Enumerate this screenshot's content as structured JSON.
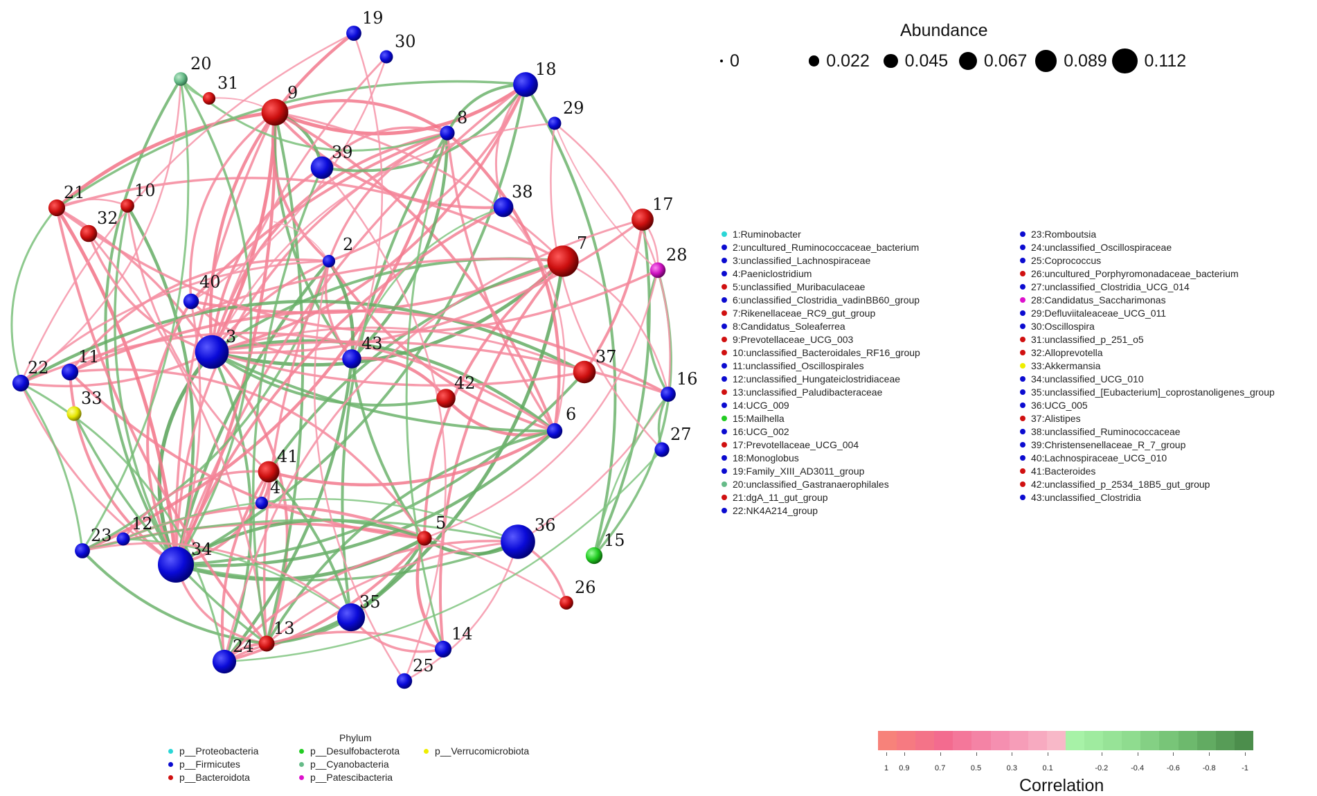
{
  "abundance_legend": {
    "title": "Abundance",
    "items": [
      {
        "label": "0",
        "value": 0
      },
      {
        "label": "0.022",
        "value": 0.022
      },
      {
        "label": "0.045",
        "value": 0.045
      },
      {
        "label": "0.067",
        "value": 0.067
      },
      {
        "label": "0.089",
        "value": 0.089
      },
      {
        "label": "0.112",
        "value": 0.112
      }
    ]
  },
  "phylum_legend": {
    "title": "Phylum",
    "items": [
      {
        "label": "p__Proteobacteria",
        "color": "#2ad6d6"
      },
      {
        "label": "p__Firmicutes",
        "color": "#0b0bd0"
      },
      {
        "label": "p__Bacteroidota",
        "color": "#d01010"
      },
      {
        "label": "p__Desulfobacterota",
        "color": "#22cc22"
      },
      {
        "label": "p__Cyanobacteria",
        "color": "#66bb88"
      },
      {
        "label": "p__Patescibacteria",
        "color": "#dd11cc"
      },
      {
        "label": "p__Verrucomicrobiota",
        "color": "#eeee00"
      }
    ]
  },
  "taxa_legend": [
    {
      "label": "1:Ruminobacter",
      "phylum": "p__Proteobacteria"
    },
    {
      "label": "2:uncultured_Ruminococcaceae_bacterium",
      "phylum": "p__Firmicutes"
    },
    {
      "label": "3:unclassified_Lachnospiraceae",
      "phylum": "p__Firmicutes"
    },
    {
      "label": "4:Paeniclostridium",
      "phylum": "p__Firmicutes"
    },
    {
      "label": "5:unclassified_Muribaculaceae",
      "phylum": "p__Bacteroidota"
    },
    {
      "label": "6:unclassified_Clostridia_vadinBB60_group",
      "phylum": "p__Firmicutes"
    },
    {
      "label": "7:Rikenellaceae_RC9_gut_group",
      "phylum": "p__Bacteroidota"
    },
    {
      "label": "8:Candidatus_Soleaferrea",
      "phylum": "p__Firmicutes"
    },
    {
      "label": "9:Prevotellaceae_UCG_003",
      "phylum": "p__Bacteroidota"
    },
    {
      "label": "10:unclassified_Bacteroidales_RF16_group",
      "phylum": "p__Bacteroidota"
    },
    {
      "label": "11:unclassified_Oscillospirales",
      "phylum": "p__Firmicutes"
    },
    {
      "label": "12:unclassified_Hungateiclostridiaceae",
      "phylum": "p__Firmicutes"
    },
    {
      "label": "13:unclassified_Paludibacteraceae",
      "phylum": "p__Bacteroidota"
    },
    {
      "label": "14:UCG_009",
      "phylum": "p__Firmicutes"
    },
    {
      "label": "15:Mailhella",
      "phylum": "p__Desulfobacterota"
    },
    {
      "label": "16:UCG_002",
      "phylum": "p__Firmicutes"
    },
    {
      "label": "17:Prevotellaceae_UCG_004",
      "phylum": "p__Bacteroidota"
    },
    {
      "label": "18:Monoglobus",
      "phylum": "p__Firmicutes"
    },
    {
      "label": "19:Family_XIII_AD3011_group",
      "phylum": "p__Firmicutes"
    },
    {
      "label": "20:unclassified_Gastranaerophilales",
      "phylum": "p__Cyanobacteria"
    },
    {
      "label": "21:dgA_11_gut_group",
      "phylum": "p__Bacteroidota"
    },
    {
      "label": "22:NK4A214_group",
      "phylum": "p__Firmicutes"
    },
    {
      "label": "23:Romboutsia",
      "phylum": "p__Firmicutes"
    },
    {
      "label": "24:unclassified_Oscillospiraceae",
      "phylum": "p__Firmicutes"
    },
    {
      "label": "25:Coprococcus",
      "phylum": "p__Firmicutes"
    },
    {
      "label": "26:uncultured_Porphyromonadaceae_bacterium",
      "phylum": "p__Bacteroidota"
    },
    {
      "label": "27:unclassified_Clostridia_UCG_014",
      "phylum": "p__Firmicutes"
    },
    {
      "label": "28:Candidatus_Saccharimonas",
      "phylum": "p__Patescibacteria"
    },
    {
      "label": "29:Defluviitaleaceae_UCG_011",
      "phylum": "p__Firmicutes"
    },
    {
      "label": "30:Oscillospira",
      "phylum": "p__Firmicutes"
    },
    {
      "label": "31:unclassified_p_251_o5",
      "phylum": "p__Bacteroidota"
    },
    {
      "label": "32:Alloprevotella",
      "phylum": "p__Bacteroidota"
    },
    {
      "label": "33:Akkermansia",
      "phylum": "p__Verrucomicrobiota"
    },
    {
      "label": "34:unclassified_UCG_010",
      "phylum": "p__Firmicutes"
    },
    {
      "label": "35:unclassified_[Eubacterium]_coprostanoligenes_group",
      "phylum": "p__Firmicutes"
    },
    {
      "label": "36:UCG_005",
      "phylum": "p__Firmicutes"
    },
    {
      "label": "37:Alistipes",
      "phylum": "p__Bacteroidota"
    },
    {
      "label": "38:unclassified_Ruminococcaceae",
      "phylum": "p__Firmicutes"
    },
    {
      "label": "39:Christensenellaceae_R_7_group",
      "phylum": "p__Firmicutes"
    },
    {
      "label": "40:Lachnospiraceae_UCG_010",
      "phylum": "p__Firmicutes"
    },
    {
      "label": "41:Bacteroides",
      "phylum": "p__Bacteroidota"
    },
    {
      "label": "42:unclassified_p_2534_18B5_gut_group",
      "phylum": "p__Bacteroidota"
    },
    {
      "label": "43:unclassified_Clostridia",
      "phylum": "p__Firmicutes"
    }
  ],
  "nodes": [
    {
      "id": "2",
      "phylum": "p__Firmicutes",
      "abundance": 0.006
    },
    {
      "id": "3",
      "phylum": "p__Firmicutes",
      "abundance": 0.095
    },
    {
      "id": "4",
      "phylum": "p__Firmicutes",
      "abundance": 0.006
    },
    {
      "id": "5",
      "phylum": "p__Bacteroidota",
      "abundance": 0.01
    },
    {
      "id": "6",
      "phylum": "p__Firmicutes",
      "abundance": 0.012
    },
    {
      "id": "7",
      "phylum": "p__Bacteroidota",
      "abundance": 0.08
    },
    {
      "id": "8",
      "phylum": "p__Firmicutes",
      "abundance": 0.01
    },
    {
      "id": "9",
      "phylum": "p__Bacteroidota",
      "abundance": 0.055
    },
    {
      "id": "10",
      "phylum": "p__Bacteroidota",
      "abundance": 0.008
    },
    {
      "id": "11",
      "phylum": "p__Firmicutes",
      "abundance": 0.015
    },
    {
      "id": "12",
      "phylum": "p__Firmicutes",
      "abundance": 0.007
    },
    {
      "id": "13",
      "phylum": "p__Bacteroidota",
      "abundance": 0.013
    },
    {
      "id": "14",
      "phylum": "p__Firmicutes",
      "abundance": 0.015
    },
    {
      "id": "15",
      "phylum": "p__Desulfobacterota",
      "abundance": 0.015
    },
    {
      "id": "16",
      "phylum": "p__Firmicutes",
      "abundance": 0.011
    },
    {
      "id": "17",
      "phylum": "p__Bacteroidota",
      "abundance": 0.033
    },
    {
      "id": "18",
      "phylum": "p__Firmicutes",
      "abundance": 0.045
    },
    {
      "id": "19",
      "phylum": "p__Firmicutes",
      "abundance": 0.011
    },
    {
      "id": "20",
      "phylum": "p__Cyanobacteria",
      "abundance": 0.008
    },
    {
      "id": "21",
      "phylum": "p__Bacteroidota",
      "abundance": 0.015
    },
    {
      "id": "22",
      "phylum": "p__Firmicutes",
      "abundance": 0.015
    },
    {
      "id": "23",
      "phylum": "p__Firmicutes",
      "abundance": 0.011
    },
    {
      "id": "24",
      "phylum": "p__Firmicutes",
      "abundance": 0.04
    },
    {
      "id": "25",
      "phylum": "p__Firmicutes",
      "abundance": 0.012
    },
    {
      "id": "26",
      "phylum": "p__Bacteroidota",
      "abundance": 0.008
    },
    {
      "id": "27",
      "phylum": "p__Firmicutes",
      "abundance": 0.01
    },
    {
      "id": "28",
      "phylum": "p__Patescibacteria",
      "abundance": 0.012
    },
    {
      "id": "29",
      "phylum": "p__Firmicutes",
      "abundance": 0.007
    },
    {
      "id": "30",
      "phylum": "p__Firmicutes",
      "abundance": 0.007
    },
    {
      "id": "31",
      "phylum": "p__Bacteroidota",
      "abundance": 0.006
    },
    {
      "id": "32",
      "phylum": "p__Bacteroidota",
      "abundance": 0.016
    },
    {
      "id": "33",
      "phylum": "p__Verrucomicrobiota",
      "abundance": 0.01
    },
    {
      "id": "34",
      "phylum": "p__Firmicutes",
      "abundance": 0.112
    },
    {
      "id": "35",
      "phylum": "p__Firmicutes",
      "abundance": 0.06
    },
    {
      "id": "36",
      "phylum": "p__Firmicutes",
      "abundance": 0.1
    },
    {
      "id": "37",
      "phylum": "p__Bacteroidota",
      "abundance": 0.035
    },
    {
      "id": "38",
      "phylum": "p__Firmicutes",
      "abundance": 0.025
    },
    {
      "id": "39",
      "phylum": "p__Firmicutes",
      "abundance": 0.035
    },
    {
      "id": "40",
      "phylum": "p__Firmicutes",
      "abundance": 0.012
    },
    {
      "id": "41",
      "phylum": "p__Bacteroidota",
      "abundance": 0.03
    },
    {
      "id": "42",
      "phylum": "p__Bacteroidota",
      "abundance": 0.022
    },
    {
      "id": "43",
      "phylum": "p__Firmicutes",
      "abundance": 0.022
    }
  ],
  "edges": [
    [
      "3",
      "9",
      0.8
    ],
    [
      "3",
      "19",
      0.7
    ],
    [
      "3",
      "8",
      0.6
    ],
    [
      "3",
      "18",
      0.6
    ],
    [
      "3",
      "2",
      0.5
    ],
    [
      "3",
      "7",
      -0.8
    ],
    [
      "3",
      "6",
      -0.7
    ],
    [
      "3",
      "37",
      0.4
    ],
    [
      "3",
      "22",
      0.5
    ],
    [
      "3",
      "34",
      -0.9
    ],
    [
      "3",
      "24",
      -0.6
    ],
    [
      "3",
      "13",
      0.6
    ],
    [
      "3",
      "21",
      0.5
    ],
    [
      "3",
      "39",
      0.6
    ],
    [
      "34",
      "9",
      0.7
    ],
    [
      "34",
      "5",
      -0.8
    ],
    [
      "34",
      "21",
      0.8
    ],
    [
      "34",
      "10",
      -0.7
    ],
    [
      "34",
      "2",
      -0.7
    ],
    [
      "34",
      "36",
      -0.5
    ],
    [
      "34",
      "11",
      0.6
    ],
    [
      "34",
      "22",
      0.4
    ],
    [
      "34",
      "41",
      0.6
    ],
    [
      "34",
      "40",
      0.6
    ],
    [
      "34",
      "18",
      -0.6
    ],
    [
      "34",
      "8",
      0.5
    ],
    [
      "34",
      "20",
      -0.6
    ],
    [
      "9",
      "8",
      0.7
    ],
    [
      "9",
      "18",
      0.8
    ],
    [
      "9",
      "38",
      0.6
    ],
    [
      "9",
      "39",
      -0.7
    ],
    [
      "9",
      "21",
      0.8
    ],
    [
      "9",
      "43",
      -0.6
    ],
    [
      "9",
      "6",
      0.6
    ],
    [
      "9",
      "34",
      0.5
    ],
    [
      "9",
      "13",
      -0.6
    ],
    [
      "8",
      "18",
      -0.6
    ],
    [
      "8",
      "40",
      0.6
    ],
    [
      "8",
      "23",
      0.7
    ],
    [
      "8",
      "39",
      0.5
    ],
    [
      "8",
      "43",
      -0.7
    ],
    [
      "8",
      "35",
      -0.6
    ],
    [
      "8",
      "2",
      0.5
    ],
    [
      "8",
      "6",
      0.5
    ],
    [
      "18",
      "2",
      0.5
    ],
    [
      "18",
      "38",
      0.4
    ],
    [
      "18",
      "39",
      -0.6
    ],
    [
      "18",
      "15",
      -0.6
    ],
    [
      "18",
      "21",
      -0.5
    ],
    [
      "18",
      "34",
      0.5
    ],
    [
      "2",
      "43",
      -0.8
    ],
    [
      "2",
      "11",
      0.5
    ],
    [
      "2",
      "6",
      0.6
    ],
    [
      "2",
      "22",
      0.4
    ],
    [
      "2",
      "9",
      0.6
    ],
    [
      "2",
      "23",
      -0.5
    ],
    [
      "2",
      "13",
      0.5
    ],
    [
      "7",
      "3",
      -0.6
    ],
    [
      "7",
      "21",
      0.5
    ],
    [
      "7",
      "35",
      -0.8
    ],
    [
      "7",
      "40",
      0.6
    ],
    [
      "7",
      "41",
      -0.6
    ],
    [
      "7",
      "5",
      0.6
    ],
    [
      "7",
      "14",
      0.6
    ],
    [
      "7",
      "9",
      0.4
    ],
    [
      "43",
      "24",
      -0.7
    ],
    [
      "43",
      "42",
      0.7
    ],
    [
      "43",
      "5",
      -0.6
    ],
    [
      "43",
      "40",
      0.5
    ],
    [
      "43",
      "2",
      0.5
    ],
    [
      "42",
      "6",
      0.7
    ],
    [
      "42",
      "3",
      -0.6
    ],
    [
      "37",
      "22",
      -0.7
    ],
    [
      "37",
      "17",
      0.6
    ],
    [
      "37",
      "3",
      0.5
    ],
    [
      "37",
      "34",
      -0.6
    ],
    [
      "5",
      "36",
      -0.8
    ],
    [
      "5",
      "23",
      0.6
    ],
    [
      "5",
      "12",
      0.6
    ],
    [
      "5",
      "13",
      -0.7
    ],
    [
      "5",
      "24",
      0.6
    ],
    [
      "5",
      "34",
      -0.7
    ],
    [
      "5",
      "11",
      0.6
    ],
    [
      "5",
      "14",
      0.7
    ],
    [
      "6",
      "41",
      0.7
    ],
    [
      "6",
      "34",
      -0.7
    ],
    [
      "6",
      "22",
      0.5
    ],
    [
      "6",
      "13",
      -0.6
    ],
    [
      "6",
      "3",
      -0.6
    ],
    [
      "6",
      "8",
      0.7
    ],
    [
      "13",
      "24",
      0.6
    ],
    [
      "13",
      "35",
      -0.6
    ],
    [
      "13",
      "34",
      0.5
    ],
    [
      "13",
      "21",
      0.6
    ],
    [
      "13",
      "36",
      0.4
    ],
    [
      "13",
      "23",
      -0.6
    ],
    [
      "24",
      "14",
      0.5
    ],
    [
      "24",
      "41",
      0.6
    ],
    [
      "24",
      "22",
      -0.4
    ],
    [
      "24",
      "36",
      0.5
    ],
    [
      "22",
      "21",
      -0.4
    ],
    [
      "22",
      "20",
      0.3
    ],
    [
      "22",
      "23",
      -0.4
    ],
    [
      "11",
      "16",
      0.6
    ],
    [
      "11",
      "7",
      0.5
    ],
    [
      "11",
      "5",
      0.5
    ],
    [
      "41",
      "4",
      0.6
    ],
    [
      "41",
      "12",
      0.5
    ],
    [
      "41",
      "35",
      -0.6
    ],
    [
      "36",
      "26",
      0.5
    ],
    [
      "36",
      "12",
      -0.3
    ],
    [
      "36",
      "16",
      0.3
    ],
    [
      "36",
      "23",
      -0.4
    ],
    [
      "15",
      "17",
      -0.6
    ],
    [
      "15",
      "28",
      -0.5
    ],
    [
      "15",
      "16",
      -0.3
    ],
    [
      "16",
      "28",
      -0.5
    ],
    [
      "16",
      "27",
      -0.5
    ],
    [
      "16",
      "7",
      0.3
    ],
    [
      "16",
      "29",
      0.3
    ],
    [
      "16",
      "3",
      0.5
    ],
    [
      "28",
      "17",
      0.3
    ],
    [
      "28",
      "21",
      0.5
    ],
    [
      "28",
      "29",
      0.2
    ],
    [
      "28",
      "5",
      0.3
    ],
    [
      "20",
      "31",
      -0.2
    ],
    [
      "20",
      "34",
      -0.5
    ],
    [
      "20",
      "23",
      -0.4
    ],
    [
      "20",
      "8",
      -0.4
    ],
    [
      "31",
      "9",
      0.2
    ],
    [
      "10",
      "34",
      -0.5
    ],
    [
      "10",
      "41",
      0.4
    ],
    [
      "10",
      "21",
      0.3
    ],
    [
      "32",
      "3",
      0.5
    ],
    [
      "32",
      "13",
      0.4
    ],
    [
      "33",
      "13",
      -0.5
    ],
    [
      "40",
      "9",
      0.5
    ],
    [
      "40",
      "34",
      0.4
    ],
    [
      "39",
      "25",
      0.3
    ],
    [
      "39",
      "13",
      -0.5
    ],
    [
      "38",
      "34",
      0.6
    ],
    [
      "38",
      "6",
      0.3
    ],
    [
      "38",
      "43",
      -0.3
    ],
    [
      "30",
      "3",
      0.4
    ],
    [
      "30",
      "40",
      0.3
    ],
    [
      "29",
      "27",
      0.3
    ],
    [
      "29",
      "3",
      0.3
    ],
    [
      "17",
      "24",
      0.4
    ],
    [
      "17",
      "3",
      0.5
    ],
    [
      "19",
      "43",
      0.3
    ],
    [
      "19",
      "22",
      0.3
    ],
    [
      "25",
      "36",
      0.3
    ],
    [
      "25",
      "2",
      0.3
    ],
    [
      "26",
      "4",
      0.3
    ],
    [
      "27",
      "24",
      -0.3
    ],
    [
      "14",
      "8",
      -0.4
    ],
    [
      "14",
      "35",
      0.5
    ],
    [
      "12",
      "35",
      -0.3
    ],
    [
      "23",
      "35",
      0.4
    ],
    [
      "1",
      "2",
      0.1
    ]
  ],
  "correlation_legend": {
    "title": "Correlation",
    "ticks": [
      "1",
      "0.9",
      "0.7",
      "0.5",
      "0.3",
      "0.1",
      "-0.2",
      "-0.4",
      "-0.6",
      "-0.8",
      "-1"
    ],
    "tick_values": [
      1,
      0.9,
      0.7,
      0.5,
      0.3,
      0.1,
      -0.2,
      -0.4,
      -0.6,
      -0.8,
      -1
    ],
    "bins": 20,
    "positive_colors": [
      "#f7827a",
      "#f36b8f",
      "#f58fb0",
      "#f8b8c8"
    ],
    "negative_colors": [
      "#a7f2a7",
      "#8fdc8f",
      "#6db96d",
      "#4c8e4c"
    ]
  }
}
